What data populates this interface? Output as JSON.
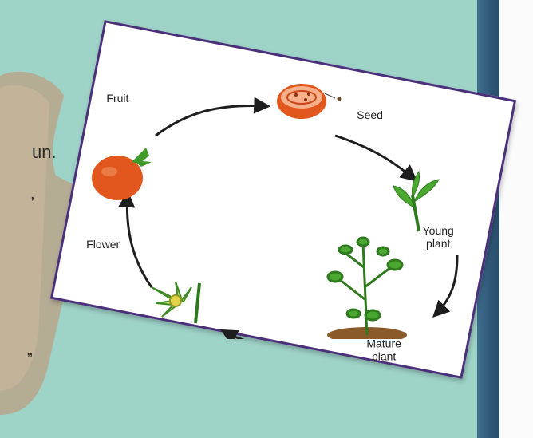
{
  "background": {
    "text_fragments": [
      "un.",
      ",",
      "”"
    ]
  },
  "diagram": {
    "stages": {
      "seed": "Seed",
      "young_plant_line1": "Young",
      "young_plant_line2": "plant",
      "mature_plant_line1": "Mature",
      "mature_plant_line2": "plant",
      "flower": "Flower",
      "fruit": "Fruit"
    }
  },
  "colors": {
    "card_border": "#4a2f7a",
    "background_teal": "#9ed3c8",
    "tomato": "#e2571d",
    "leaf": "#3f9a2a",
    "soil": "#8a5a2b"
  }
}
